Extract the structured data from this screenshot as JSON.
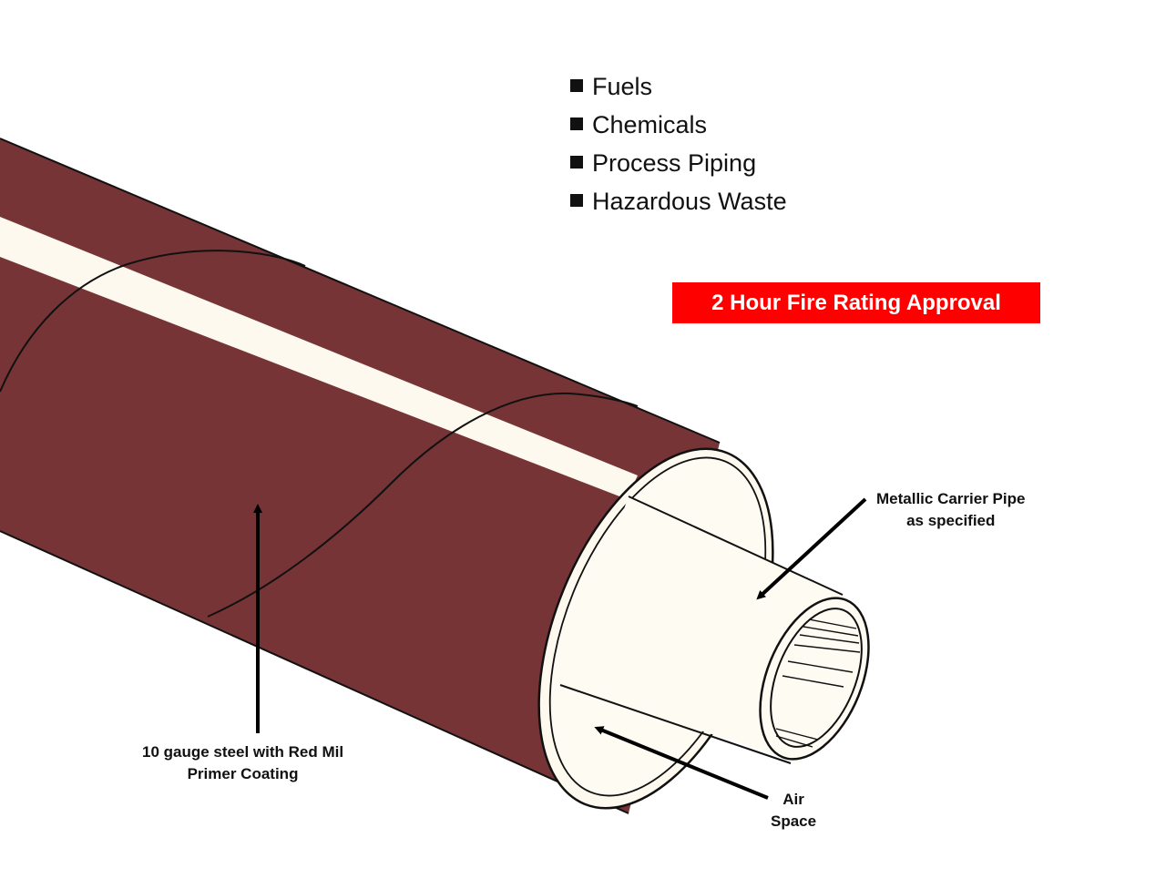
{
  "bullets": [
    "Fuels",
    "Chemicals",
    "Process Piping",
    "Hazardous Waste"
  ],
  "badge": {
    "text": "2 Hour Fire Rating Approval",
    "color": "#ff0000"
  },
  "labels": {
    "carrier_line1": "Metallic Carrier Pipe",
    "carrier_line2": "as specified",
    "steel_line1": "10 gauge steel with Red Mil",
    "steel_line2": "Primer Coating",
    "air_line1": "Air",
    "air_line2": "Space"
  },
  "colors": {
    "outer_pipe": "#763436",
    "stripe": "#fdf9ee",
    "carrier_pipe": "#fefbf2"
  }
}
